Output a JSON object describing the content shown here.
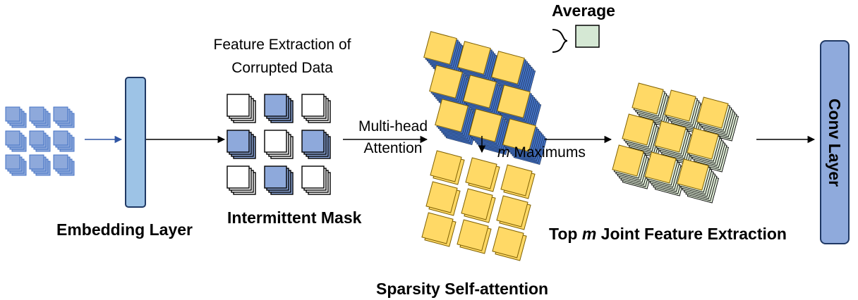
{
  "labels": {
    "embedding": "Embedding Layer",
    "feature_line1": "Feature Extraction of",
    "feature_line2": "Corrupted Data",
    "intermittent": "Intermittent Mask",
    "mh_line1": "Multi-head",
    "mh_line2": "Attention",
    "average": "Average",
    "m_var": "m",
    "maximums": " Maximums",
    "sparsity": "Sparsity Self-attention",
    "top": "Top ",
    "joint": " Joint Feature Extraction",
    "conv": "Conv Layer"
  },
  "colors": {
    "blue_tile": "#8ea9db",
    "blue_tile_dark": "#4472c4",
    "yellow_tile": "#ffd966",
    "green_tile": "#e2efda",
    "embed_bar": "#9dc3e6",
    "conv_bar": "#8faadc",
    "average_box": "#d5e8d4"
  }
}
